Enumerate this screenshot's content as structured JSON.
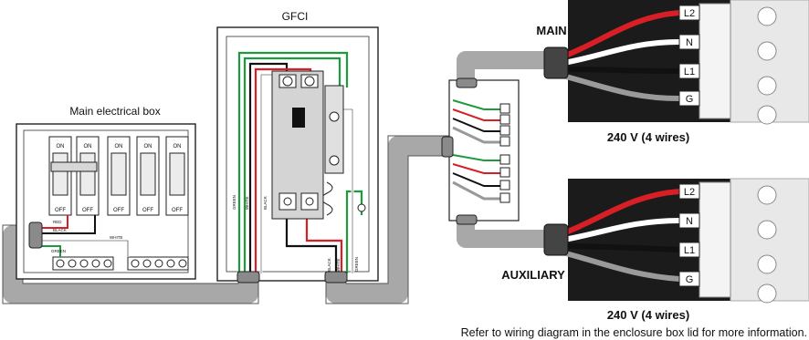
{
  "labels": {
    "main_box_title": "Main electrical box",
    "gfci_title": "GFCI",
    "main_title": "MAIN",
    "auxiliary_title": "AUXILIARY",
    "voltage_main": "240 V (4 wires)",
    "voltage_aux": "240 V (4 wires)",
    "footer_note": "Refer to wiring diagram in the enclosure box lid for more information."
  },
  "breakers": [
    {
      "on": "ON",
      "off": "OFF"
    },
    {
      "on": "ON",
      "off": "OFF"
    },
    {
      "on": "ON",
      "off": "OFF"
    },
    {
      "on": "ON",
      "off": "OFF"
    },
    {
      "on": "ON",
      "off": "OFF"
    }
  ],
  "wire_labels": {
    "red": "RED",
    "black": "BLACK",
    "green": "GREEN",
    "white": "WHITE"
  },
  "terminals": {
    "main": [
      "L2",
      "N",
      "L1",
      "G"
    ],
    "aux": [
      "L2",
      "N",
      "L1",
      "G"
    ]
  },
  "colors": {
    "conduit": "#a8a8a8",
    "wire_red": "#d81f26",
    "wire_black": "#111111",
    "wire_green": "#1e9a3c",
    "wire_white": "#ffffff",
    "wire_gray": "#9a9a9a",
    "panel_dark": "#1b1b1b"
  }
}
